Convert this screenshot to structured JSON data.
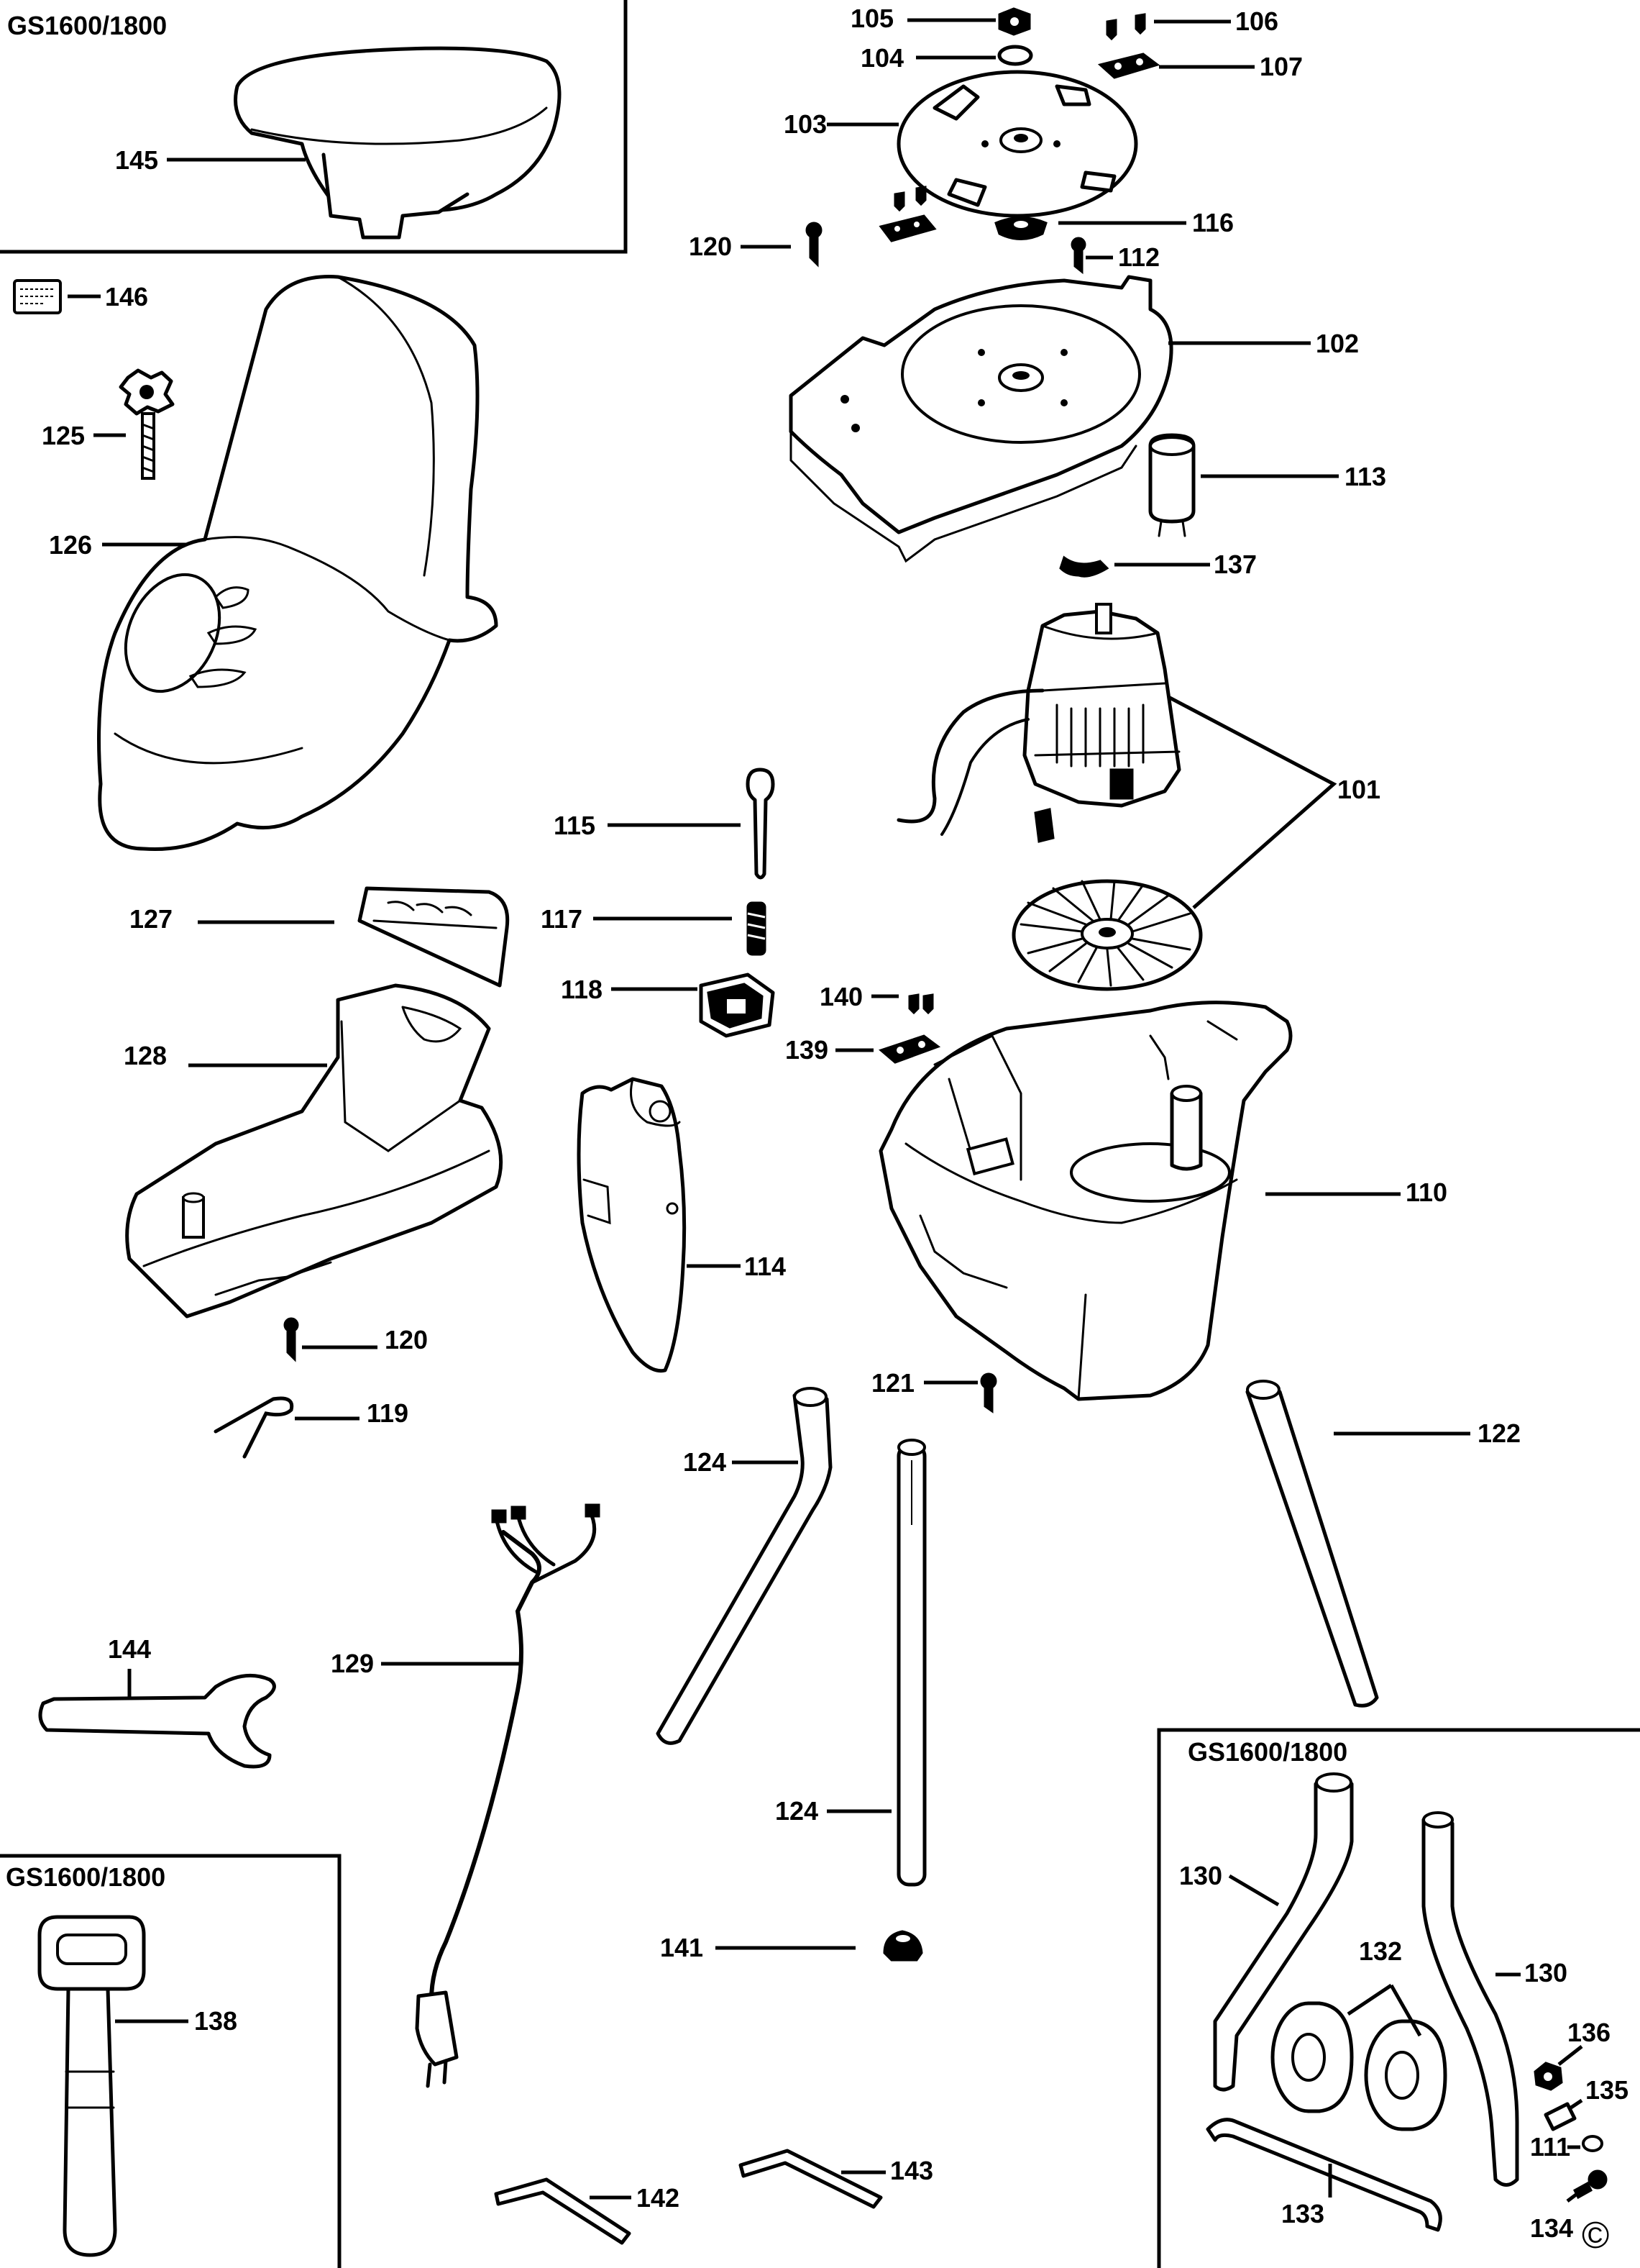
{
  "variant_label_a": "GS1600/1800",
  "variant_label_b": "GS1600/1800",
  "variant_label_c": "GS1600/1800",
  "copyright_symbol": "©",
  "parts": {
    "p101": "101",
    "p102": "102",
    "p103": "103",
    "p104": "104",
    "p105": "105",
    "p106": "106",
    "p107": "107",
    "p110": "110",
    "p111": "111",
    "p112": "112",
    "p113": "113",
    "p114": "114",
    "p115": "115",
    "p116": "116",
    "p117": "117",
    "p118": "118",
    "p119": "119",
    "p120a": "120",
    "p120b": "120",
    "p121": "121",
    "p122": "122",
    "p124a": "124",
    "p124b": "124",
    "p125": "125",
    "p126": "126",
    "p127": "127",
    "p128": "128",
    "p129": "129",
    "p130a": "130",
    "p130b": "130",
    "p132": "132",
    "p133": "133",
    "p134": "134",
    "p135": "135",
    "p136": "136",
    "p137": "137",
    "p138": "138",
    "p139": "139",
    "p140": "140",
    "p141": "141",
    "p142": "142",
    "p143": "143",
    "p144": "144",
    "p145": "145",
    "p146": "146"
  }
}
